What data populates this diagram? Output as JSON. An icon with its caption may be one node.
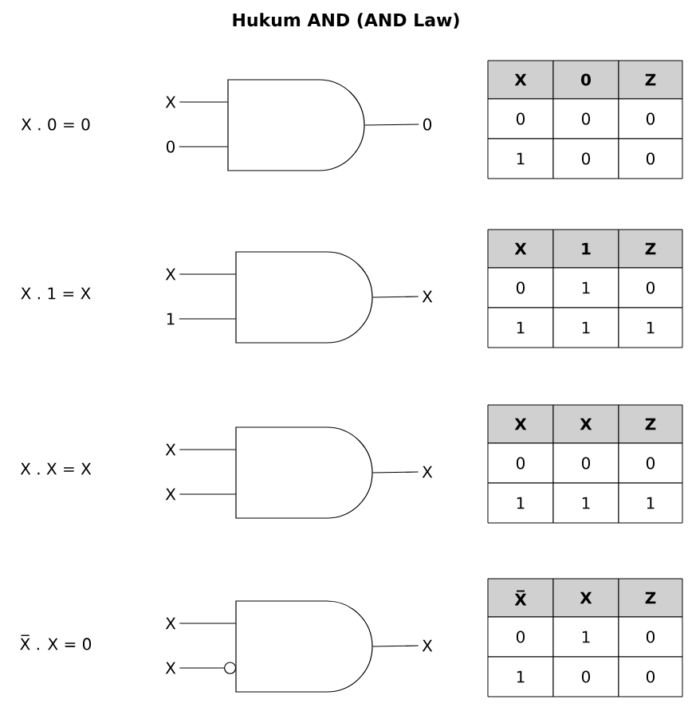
{
  "diagram": {
    "title": "**Hukum** AND (AND Law)",
    "nodes": [
      {
        "text": [
          "X"
        ]
      },
      {
        "text": [
          "0"
        ]
      },
      {
        "text": [],
        "shape": "gate"
      },
      {
        "text": [
          "0"
        ]
      },
      {
        "text": [
          "X"
        ]
      },
      {
        "text": [
          "1"
        ]
      },
      {
        "text": [],
        "shape": "gate"
      },
      {
        "text": [
          "X"
        ]
      },
      {
        "text": [
          "X"
        ]
      },
      {
        "text": [
          "X"
        ]
      },
      {
        "text": [],
        "shape": "gate"
      },
      {
        "text": [
          "X"
        ]
      },
      {
        "text": [
          "X"
        ]
      },
      {
        "text": [
          "X"
        ]
      },
      {
        "text": [],
        "shape": "gate"
      },
      {
        "text": [
          "X"
        ]
      }
    ],
    "edges": [
      {
        "from": 0,
        "to": 2,
        "arrow": "none"
      },
      {
        "from": 1,
        "to": 2,
        "arrow": "none"
      },
      {
        "from": 2,
        "to": 3,
        "arrow": "none"
      },
      {
        "from": 4,
        "to": 6,
        "arrow": "none"
      },
      {
        "from": 5,
        "to": 6,
        "arrow": "none"
      },
      {
        "from": 6,
        "to": 7,
        "arrow": "none"
      },
      {
        "from": 8,
        "to": 10,
        "arrow": "none"
      },
      {
        "from": 9,
        "to": 10,
        "arrow": "none"
      },
      {
        "from": 10,
        "to": 11,
        "arrow": "none"
      },
      {
        "from": 12,
        "to": 14,
        "arrow": "none"
      },
      {
        "from": 13,
        "to": 14,
        "arrow": "other"
      },
      {
        "from": 14,
        "to": 15,
        "arrow": "none"
      }
    ],
    "labels": [
      "X . 0 = 0",
      "X",
      "0",
      "Z",
      "0",
      "0",
      "0",
      "1",
      "0",
      "0",
      "X . 1 = X",
      "X",
      "1",
      "Z",
      "0",
      "1",
      "0",
      "1",
      "1",
      "1",
      "X . X = X",
      "X",
      "X",
      "Z",
      "0",
      "0",
      "0",
      "1",
      "1",
      "1",
      "X̅ . X = 0",
      "X̅",
      "X",
      "Z",
      "0",
      "1",
      "0",
      "1",
      "0",
      "0"
    ]
  }
}
